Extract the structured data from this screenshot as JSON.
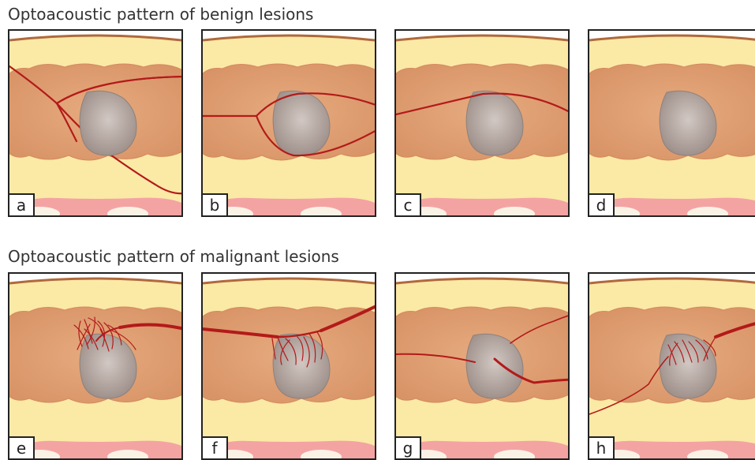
{
  "titles": {
    "benign": "Optoacoustic pattern of benign lesions",
    "malignant": "Optoacoustic pattern of malignant lesions"
  },
  "panels": [
    {
      "label": "a",
      "group": "benign"
    },
    {
      "label": "b",
      "group": "benign"
    },
    {
      "label": "c",
      "group": "benign"
    },
    {
      "label": "d",
      "group": "benign"
    },
    {
      "label": "e",
      "group": "malignant"
    },
    {
      "label": "f",
      "group": "malignant"
    },
    {
      "label": "g",
      "group": "malignant"
    },
    {
      "label": "h",
      "group": "malignant"
    }
  ],
  "colors": {
    "skin_line": "#b0693c",
    "fat_background": "#fbe9a6",
    "glandular_tissue": "#dd9c6d",
    "lesion": "#a89a94",
    "vessel": "#b31a1a",
    "bottom_tissue": "#f4a3a3",
    "bottom_bumps": "#fbf2e6"
  }
}
